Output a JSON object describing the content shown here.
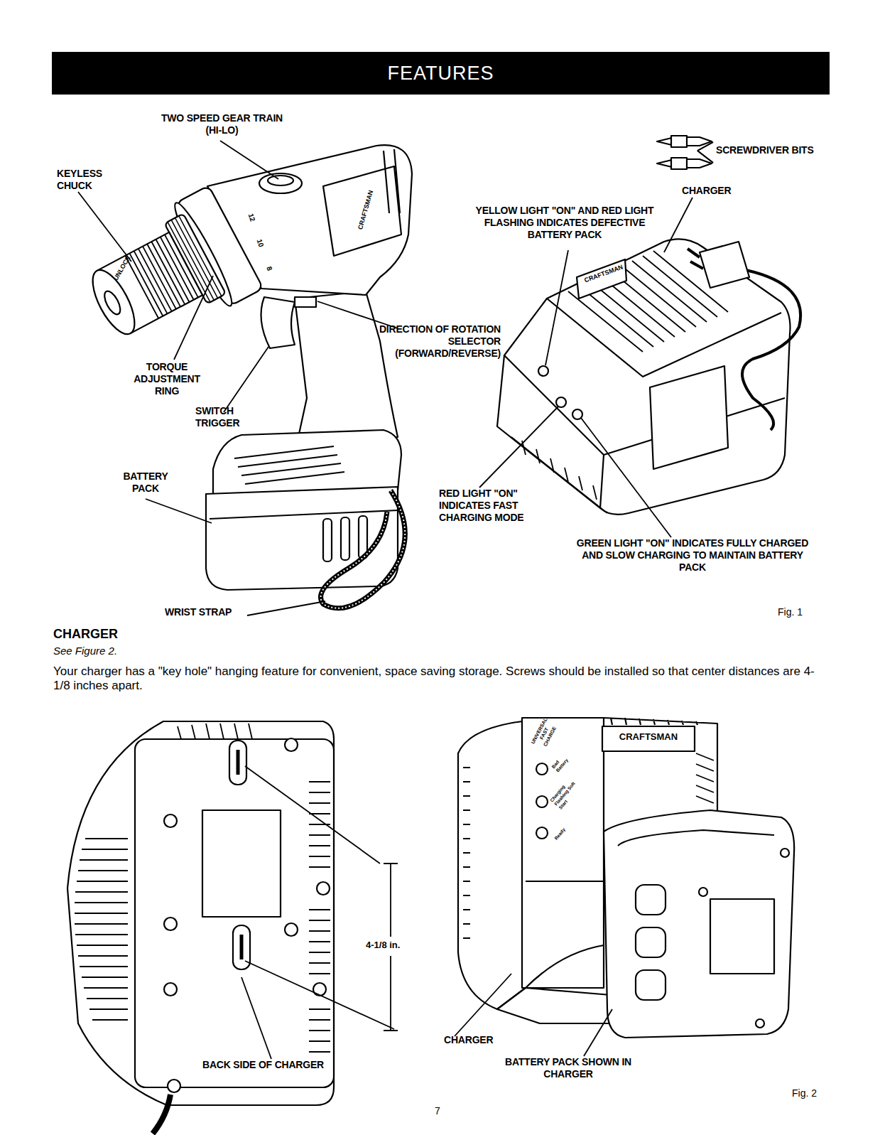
{
  "diagram": {
    "title": "FEATURES",
    "labels": [
      "TWO SPEED GEAR TRAIN (HI-LO)",
      "KEYLESS CHUCK",
      "SCREWDRIVER BITS",
      "CHARGER",
      "YELLOW LIGHT \"ON\" AND RED LIGHT FLASHING INDICATES DEFECTIVE BATTERY PACK",
      "UNLOCK",
      "12",
      "10",
      "8",
      "CRAFTSMAN",
      "CRAFTSMAN",
      "DIRECTION OF ROTATION SELECTOR (FORWARD/REVERSE)",
      "TORQUE ADJUSTMENT RING",
      "SWITCH TRIGGER",
      "BATTERY PACK",
      "RED LIGHT \"ON\" INDICATES FAST CHARGING MODE",
      "GREEN LIGHT \"ON\" INDICATES FULLY CHARGED AND SLOW CHARGING TO MAINTAIN BATTERY PACK",
      "WRIST STRAP",
      "Fig. 1",
      "CHARGER",
      "See Figure 2.",
      "Your charger has a \"key hole\" hanging feature for convenient, space saving storage. Screws should be installed so that center distances are 4-1/8 inches apart.",
      "4-1/8 in.",
      "UNIVERSAL FAST CHARGE",
      "Bad Battery",
      "Charging Flashing Soft Start",
      "Ready",
      "CRAFTSMAN",
      "CHARGER",
      "BACK SIDE OF CHARGER",
      "BATTERY PACK SHOWN IN CHARGER",
      "Fig. 2",
      "7"
    ]
  }
}
